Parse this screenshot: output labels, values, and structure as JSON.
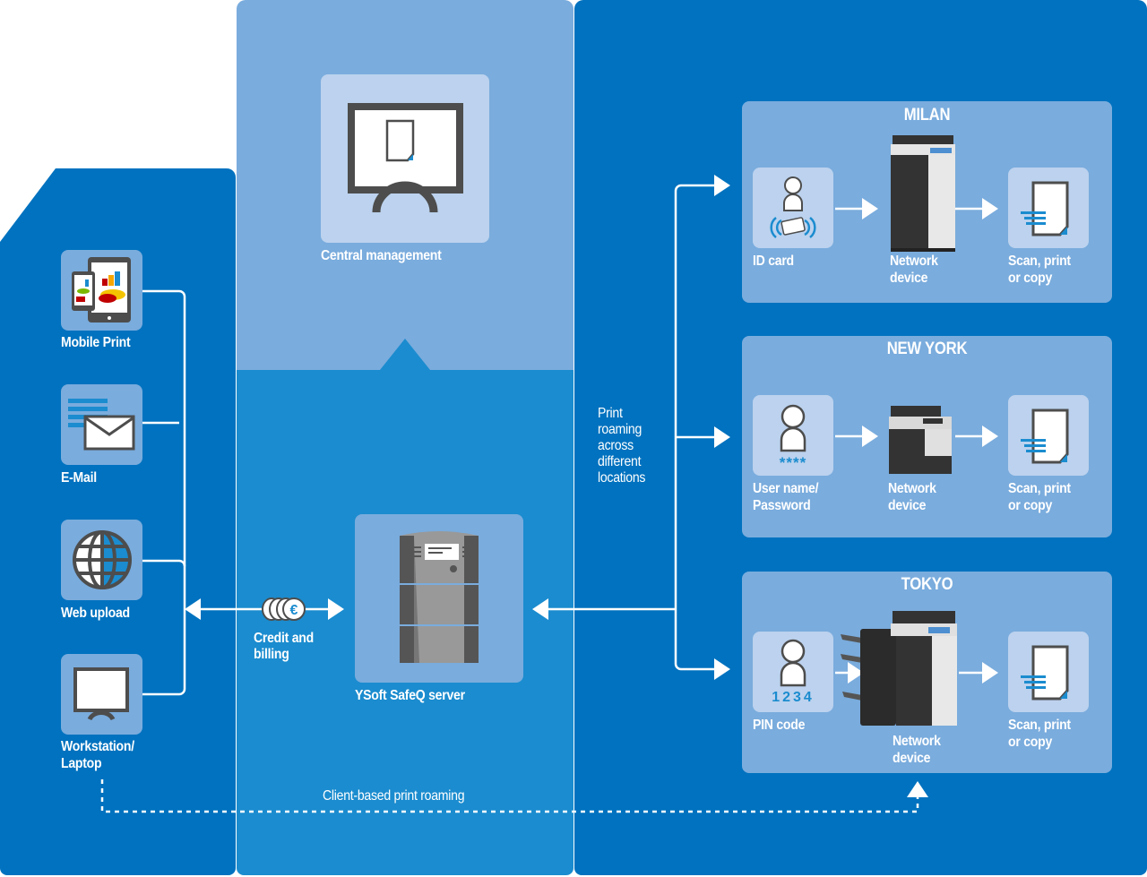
{
  "colors": {
    "dark_blue": "#0072bf",
    "mid_blue": "#1b8ccf",
    "light_blue": "#7aacdd",
    "pale_blue": "#bcd2ee",
    "icon_gray": "#4d4d4d",
    "white": "#ffffff"
  },
  "sources": {
    "items": [
      {
        "label": "Mobile Print",
        "icon": "tablet-icon"
      },
      {
        "label": "E-Mail",
        "icon": "email-icon"
      },
      {
        "label": "Web upload",
        "icon": "globe-icon"
      },
      {
        "label": "Workstation/",
        "label2": "Laptop",
        "icon": "monitor-icon"
      }
    ]
  },
  "center": {
    "management_label": "Central management",
    "billing_label": "Credit and",
    "billing_label2": "billing",
    "server_label": "YSoft SafeQ server",
    "client_roaming_label": "Client-based print roaming"
  },
  "roaming": {
    "label_lines": [
      "Print",
      "roaming",
      "across",
      "different",
      "locations"
    ]
  },
  "locations": [
    {
      "city": "MILAN",
      "auth_label": "ID card",
      "auth_label2": "",
      "auth_icon": "id-card-icon",
      "device_label": "Network",
      "device_label2": "device",
      "output_label": "Scan, print",
      "output_label2": "or copy"
    },
    {
      "city": "NEW YORK",
      "auth_label": "User name/",
      "auth_label2": "Password",
      "auth_icon": "password-icon",
      "auth_code": "****",
      "device_label": "Network",
      "device_label2": "device",
      "output_label": "Scan, print",
      "output_label2": "or copy"
    },
    {
      "city": "TOKYO",
      "auth_label": "PIN code",
      "auth_label2": "",
      "auth_icon": "pin-code-icon",
      "auth_code": "1234",
      "device_label": "Network",
      "device_label2": "device",
      "output_label": "Scan, print",
      "output_label2": "or copy"
    }
  ]
}
